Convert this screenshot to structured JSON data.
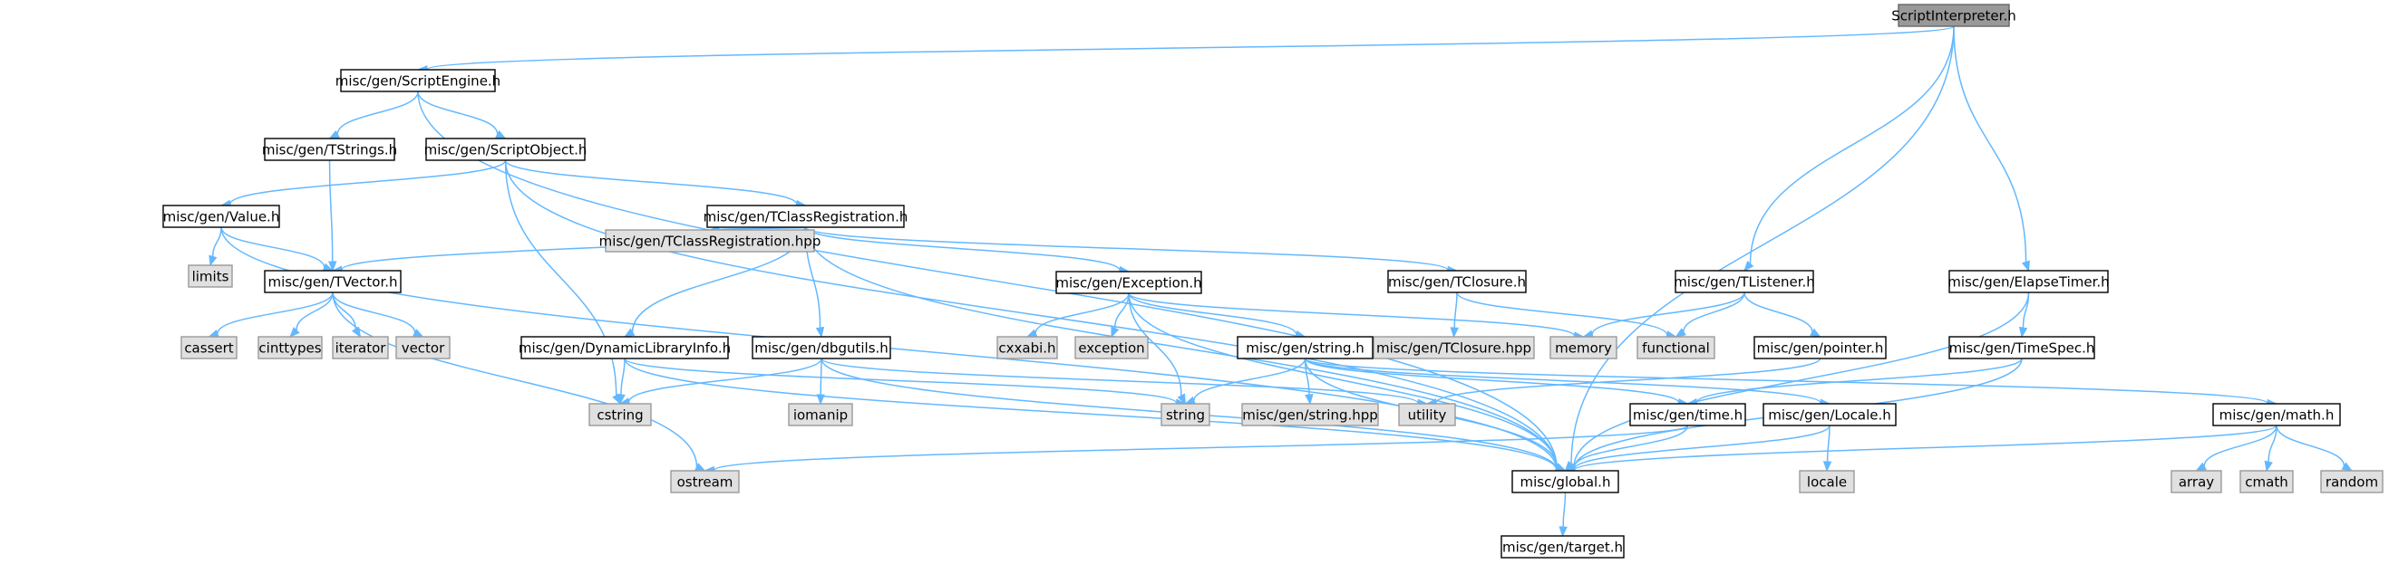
{
  "graph": {
    "title": "ScriptInterpreter.h",
    "colors": {
      "edge": "#63b8ff",
      "node_fill": "#ffffff",
      "system_fill": "#e0e0e0",
      "root_fill": "#999999"
    },
    "nodes": [
      {
        "id": "root",
        "label": "ScriptInterpreter.h",
        "kind": "root"
      },
      {
        "id": "scriptengine",
        "label": "misc/gen/ScriptEngine.h",
        "kind": "file"
      },
      {
        "id": "tstrings",
        "label": "misc/gen/TStrings.h",
        "kind": "file"
      },
      {
        "id": "scriptobject",
        "label": "misc/gen/ScriptObject.h",
        "kind": "file"
      },
      {
        "id": "value",
        "label": "misc/gen/Value.h",
        "kind": "file"
      },
      {
        "id": "limits",
        "label": "limits",
        "kind": "system"
      },
      {
        "id": "tvector",
        "label": "misc/gen/TVector.h",
        "kind": "file"
      },
      {
        "id": "cassert",
        "label": "cassert",
        "kind": "system"
      },
      {
        "id": "cinttypes",
        "label": "cinttypes",
        "kind": "system"
      },
      {
        "id": "iterator",
        "label": "iterator",
        "kind": "system"
      },
      {
        "id": "vector",
        "label": "vector",
        "kind": "system"
      },
      {
        "id": "tclassreg",
        "label": "misc/gen/TClassRegistration.h",
        "kind": "file"
      },
      {
        "id": "tclassreghpp",
        "label": "misc/gen/TClassRegistration.hpp",
        "kind": "system"
      },
      {
        "id": "dynlib",
        "label": "misc/gen/DynamicLibraryInfo.h",
        "kind": "file"
      },
      {
        "id": "dbgutils",
        "label": "misc/gen/dbgutils.h",
        "kind": "file"
      },
      {
        "id": "exception",
        "label": "misc/gen/Exception.h",
        "kind": "file"
      },
      {
        "id": "cxxabi",
        "label": "cxxabi.h",
        "kind": "system"
      },
      {
        "id": "exceptionstd",
        "label": "exception",
        "kind": "system"
      },
      {
        "id": "memory",
        "label": "memory",
        "kind": "system"
      },
      {
        "id": "tclosure",
        "label": "misc/gen/TClosure.h",
        "kind": "file"
      },
      {
        "id": "tclosurehpp",
        "label": "misc/gen/TClosure.hpp",
        "kind": "system"
      },
      {
        "id": "functional",
        "label": "functional",
        "kind": "system"
      },
      {
        "id": "tlistener",
        "label": "misc/gen/TListener.h",
        "kind": "file"
      },
      {
        "id": "pointer",
        "label": "misc/gen/pointer.h",
        "kind": "file"
      },
      {
        "id": "elapsetimer",
        "label": "misc/gen/ElapseTimer.h",
        "kind": "file"
      },
      {
        "id": "timespec",
        "label": "misc/gen/TimeSpec.h",
        "kind": "file"
      },
      {
        "id": "cstring",
        "label": "cstring",
        "kind": "system"
      },
      {
        "id": "iomanip",
        "label": "iomanip",
        "kind": "system"
      },
      {
        "id": "string",
        "label": "string",
        "kind": "system"
      },
      {
        "id": "gstring",
        "label": "misc/gen/string.h",
        "kind": "file"
      },
      {
        "id": "gstringhpp",
        "label": "misc/gen/string.hpp",
        "kind": "system"
      },
      {
        "id": "utility",
        "label": "utility",
        "kind": "system"
      },
      {
        "id": "time",
        "label": "misc/gen/time.h",
        "kind": "file"
      },
      {
        "id": "locale",
        "label": "misc/gen/Locale.h",
        "kind": "file"
      },
      {
        "id": "localestd",
        "label": "locale",
        "kind": "system"
      },
      {
        "id": "math",
        "label": "misc/gen/math.h",
        "kind": "file"
      },
      {
        "id": "array",
        "label": "array",
        "kind": "system"
      },
      {
        "id": "cmath",
        "label": "cmath",
        "kind": "system"
      },
      {
        "id": "random",
        "label": "random",
        "kind": "system"
      },
      {
        "id": "ostream",
        "label": "ostream",
        "kind": "system"
      },
      {
        "id": "global",
        "label": "misc/global.h",
        "kind": "file"
      },
      {
        "id": "target",
        "label": "misc/gen/target.h",
        "kind": "file"
      }
    ],
    "edges": [
      [
        "root",
        "scriptengine"
      ],
      [
        "root",
        "tlistener"
      ],
      [
        "root",
        "elapsetimer"
      ],
      [
        "root",
        "global"
      ],
      [
        "scriptengine",
        "tstrings"
      ],
      [
        "scriptengine",
        "scriptobject"
      ],
      [
        "scriptengine",
        "global"
      ],
      [
        "tstrings",
        "tvector"
      ],
      [
        "scriptobject",
        "value"
      ],
      [
        "scriptobject",
        "tclassreg"
      ],
      [
        "scriptobject",
        "cstring"
      ],
      [
        "scriptobject",
        "global"
      ],
      [
        "value",
        "limits"
      ],
      [
        "value",
        "tvector"
      ],
      [
        "value",
        "global"
      ],
      [
        "tvector",
        "cassert"
      ],
      [
        "tvector",
        "cinttypes"
      ],
      [
        "tvector",
        "iterator"
      ],
      [
        "tvector",
        "vector"
      ],
      [
        "tvector",
        "ostream"
      ],
      [
        "tclassreg",
        "tvector"
      ],
      [
        "tclassreg",
        "tclassreghpp"
      ],
      [
        "tclassreg",
        "dynlib"
      ],
      [
        "tclassreg",
        "dbgutils"
      ],
      [
        "tclassreg",
        "exception"
      ],
      [
        "tclassreg",
        "tclosure"
      ],
      [
        "tclassreg",
        "global"
      ],
      [
        "dynlib",
        "cstring"
      ],
      [
        "dynlib",
        "string"
      ],
      [
        "dynlib",
        "global"
      ],
      [
        "dbgutils",
        "cstring"
      ],
      [
        "dbgutils",
        "iomanip"
      ],
      [
        "dbgutils",
        "utility"
      ],
      [
        "dbgutils",
        "global"
      ],
      [
        "exception",
        "cxxabi"
      ],
      [
        "exception",
        "exceptionstd"
      ],
      [
        "exception",
        "memory"
      ],
      [
        "exception",
        "string"
      ],
      [
        "exception",
        "gstring"
      ],
      [
        "exception",
        "global"
      ],
      [
        "gstring",
        "string"
      ],
      [
        "gstring",
        "gstringhpp"
      ],
      [
        "gstring",
        "time"
      ],
      [
        "gstring",
        "locale"
      ],
      [
        "gstring",
        "math"
      ],
      [
        "gstring",
        "global"
      ],
      [
        "tclosure",
        "tclosurehpp"
      ],
      [
        "tclosure",
        "functional"
      ],
      [
        "tlistener",
        "memory"
      ],
      [
        "tlistener",
        "functional"
      ],
      [
        "tlistener",
        "pointer"
      ],
      [
        "pointer",
        "utility"
      ],
      [
        "elapsetimer",
        "timespec"
      ],
      [
        "elapsetimer",
        "global"
      ],
      [
        "timespec",
        "time"
      ],
      [
        "timespec",
        "global"
      ],
      [
        "time",
        "ostream"
      ],
      [
        "time",
        "global"
      ],
      [
        "locale",
        "localestd"
      ],
      [
        "locale",
        "global"
      ],
      [
        "math",
        "array"
      ],
      [
        "math",
        "cmath"
      ],
      [
        "math",
        "random"
      ],
      [
        "math",
        "global"
      ],
      [
        "global",
        "target"
      ]
    ]
  }
}
